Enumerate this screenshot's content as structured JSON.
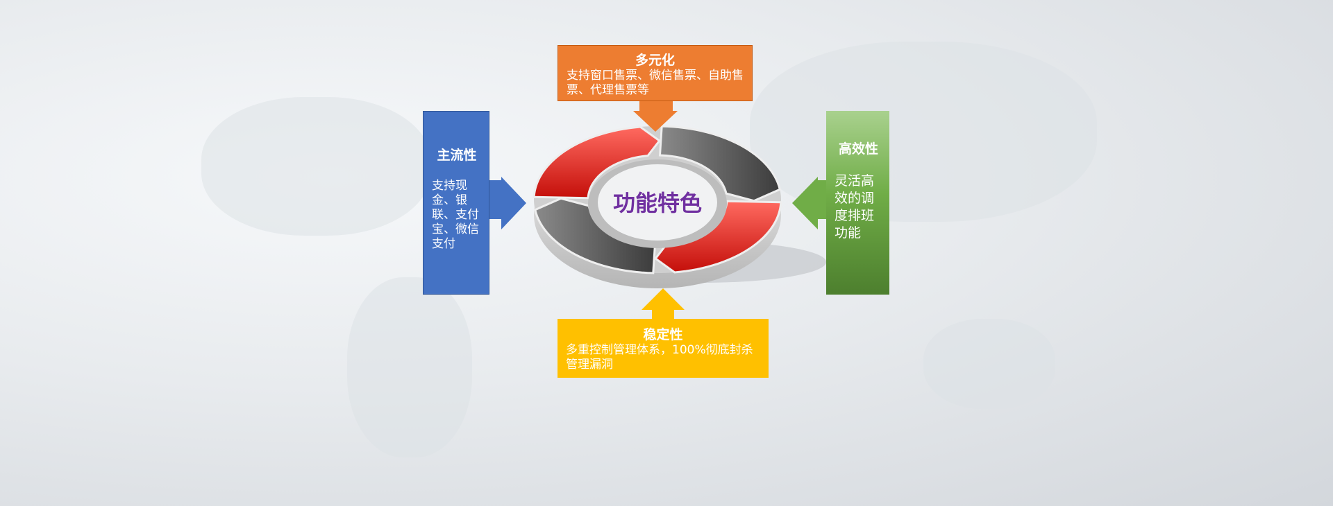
{
  "center": {
    "label": "功能特色"
  },
  "cards": {
    "top": {
      "title": "多元化",
      "text": "支持窗口售票、微信售票、自助售票、代理售票等"
    },
    "left": {
      "title": "主流性",
      "text": "支持现金、银联、支付宝、微信支付"
    },
    "right": {
      "title": "高效性",
      "text": "灵活高效的调度排班功能"
    },
    "bottom": {
      "title": "稳定性",
      "text": "多重控制管理体系，100%彻底封杀管理漏洞"
    }
  },
  "colors": {
    "orange": "#ed7d31",
    "blue": "#4472c4",
    "green": "#70ad47",
    "yellow": "#ffc000",
    "red": "#e0201a",
    "gray": "#6b6b6b",
    "purple": "#7030a0"
  }
}
